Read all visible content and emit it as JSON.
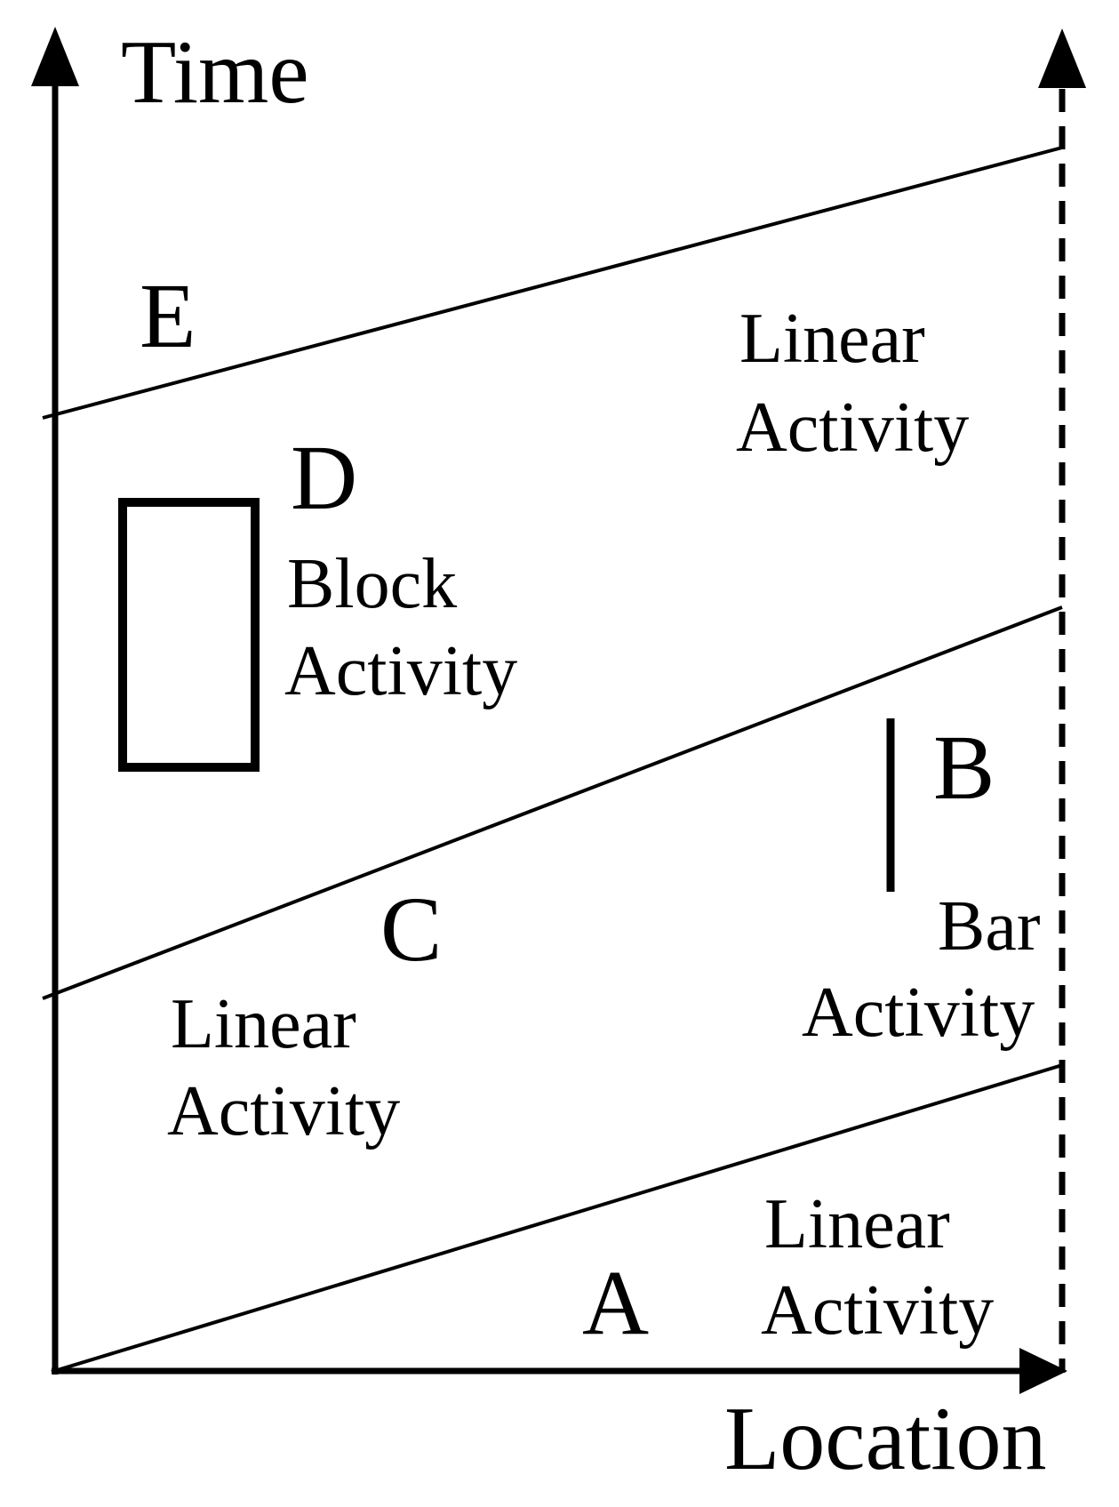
{
  "axes": {
    "y_label": "Time",
    "x_label": "Location"
  },
  "activities": {
    "E": {
      "letter": "E",
      "type": "linear",
      "caption_line1": "Linear",
      "caption_line2": "Activity"
    },
    "D": {
      "letter": "D",
      "type": "block",
      "caption_line1": "Block",
      "caption_line2": "Activity"
    },
    "C": {
      "letter": "C",
      "type": "linear",
      "caption_line1": "Linear",
      "caption_line2": "Activity"
    },
    "B": {
      "letter": "B",
      "type": "bar",
      "caption_line1": "Bar",
      "caption_line2": "Activity"
    },
    "A": {
      "letter": "A",
      "type": "linear",
      "caption_line1": "Linear",
      "caption_line2": "Activity"
    }
  },
  "colors": {
    "ink": "#000000",
    "background": "#ffffff"
  }
}
